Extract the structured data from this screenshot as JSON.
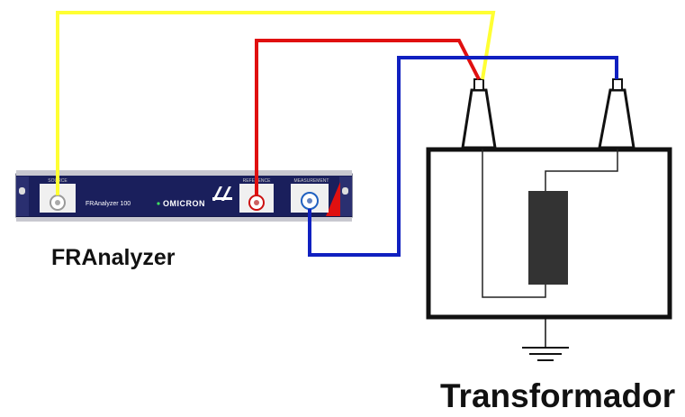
{
  "device": {
    "name_label": "FRAnalyzer",
    "model_text": "FRAnalyzer 100",
    "brand_text": "OMICRON",
    "ports": {
      "source": "SOURCE",
      "reference": "REFERENCE",
      "measurement": "MEASUREMENT"
    }
  },
  "transformer": {
    "label": "Transformador"
  },
  "colors": {
    "source_cable": "#ffff33",
    "reference_cable": "#e01010",
    "measurement_cable": "#1020c0",
    "device_panel": "#1a1f5c",
    "core": "#333333"
  }
}
